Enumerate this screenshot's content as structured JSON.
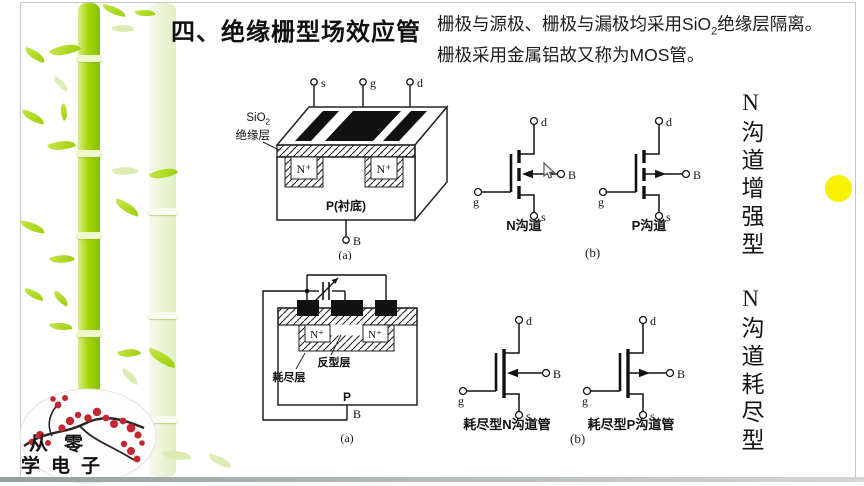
{
  "slide": {
    "title": "四、绝缘栅型场效应管",
    "intro": {
      "line1_pre": "栅极与源极、栅极与漏极均采用SiO",
      "line1_sub": "2",
      "line1_post": "绝缘层隔离。",
      "line2": "栅极采用金属铝故又称为MOS管。"
    }
  },
  "terminals": {
    "source": "s",
    "gate": "g",
    "drain": "d",
    "bulk": "B"
  },
  "figure_top": {
    "oxide_label_main": "SiO",
    "oxide_label_sub": "2",
    "oxide_label_line2": "绝缘层",
    "n_plus": "N⁺",
    "substrate": "P(衬底)",
    "caption_a": "(a)",
    "caption_b": "(b)",
    "n_channel_label": "N沟道",
    "p_channel_label": "P沟道",
    "side_label": "N沟道增强型"
  },
  "figure_bottom": {
    "inversion_label": "反型层",
    "depletion_label": "耗尽层",
    "n_plus": "N⁺",
    "substrate": "P",
    "caption_a": "(a)",
    "caption_b": "(b)",
    "n_channel_label": "耗尽型N沟道管",
    "p_channel_label": "耗尽型P沟道管",
    "side_label": "N沟道耗尽型"
  },
  "logo": {
    "row1": "从零",
    "row2": "学电子"
  },
  "colors": {
    "ink": "#1a1a1a",
    "accent_dot": "#f5f101",
    "bamboo": "#a6d50d",
    "blossom": "#c22630",
    "branch": "#2b2220"
  }
}
